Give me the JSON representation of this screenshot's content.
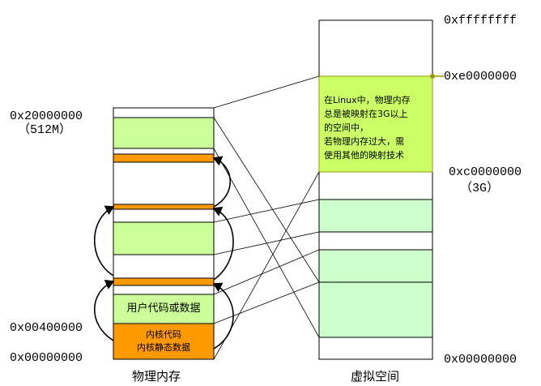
{
  "physical": {
    "caption": "物理内存",
    "addresses": {
      "top": "0x20000000",
      "top_size": "（512M）",
      "user_start": "0x00400000",
      "zero": "0x00000000"
    },
    "user_block_label": "用户代码或数据",
    "kernel_block_lines": [
      "内核代码",
      "内核静态数据"
    ]
  },
  "virtual": {
    "caption": "虚拟空间",
    "addresses": {
      "max": "0xffffffff",
      "high_start": "0xe0000000",
      "kernel_base": "0xc0000000",
      "kernel_base_size": "（3G）",
      "zero": "0x00000000"
    },
    "note_lines": [
      "在Linux中，物理内存",
      "总是被映射在3G以上",
      "的空间中，",
      "若物理内存过大，需",
      "使用其他的映射技术"
    ]
  },
  "colors": {
    "green_block": "#ccff99",
    "light_green_block": "#ccffcc",
    "orange_block": "#ff9900",
    "highlight_block": "#ccff66",
    "highlight_line": "#999900"
  }
}
